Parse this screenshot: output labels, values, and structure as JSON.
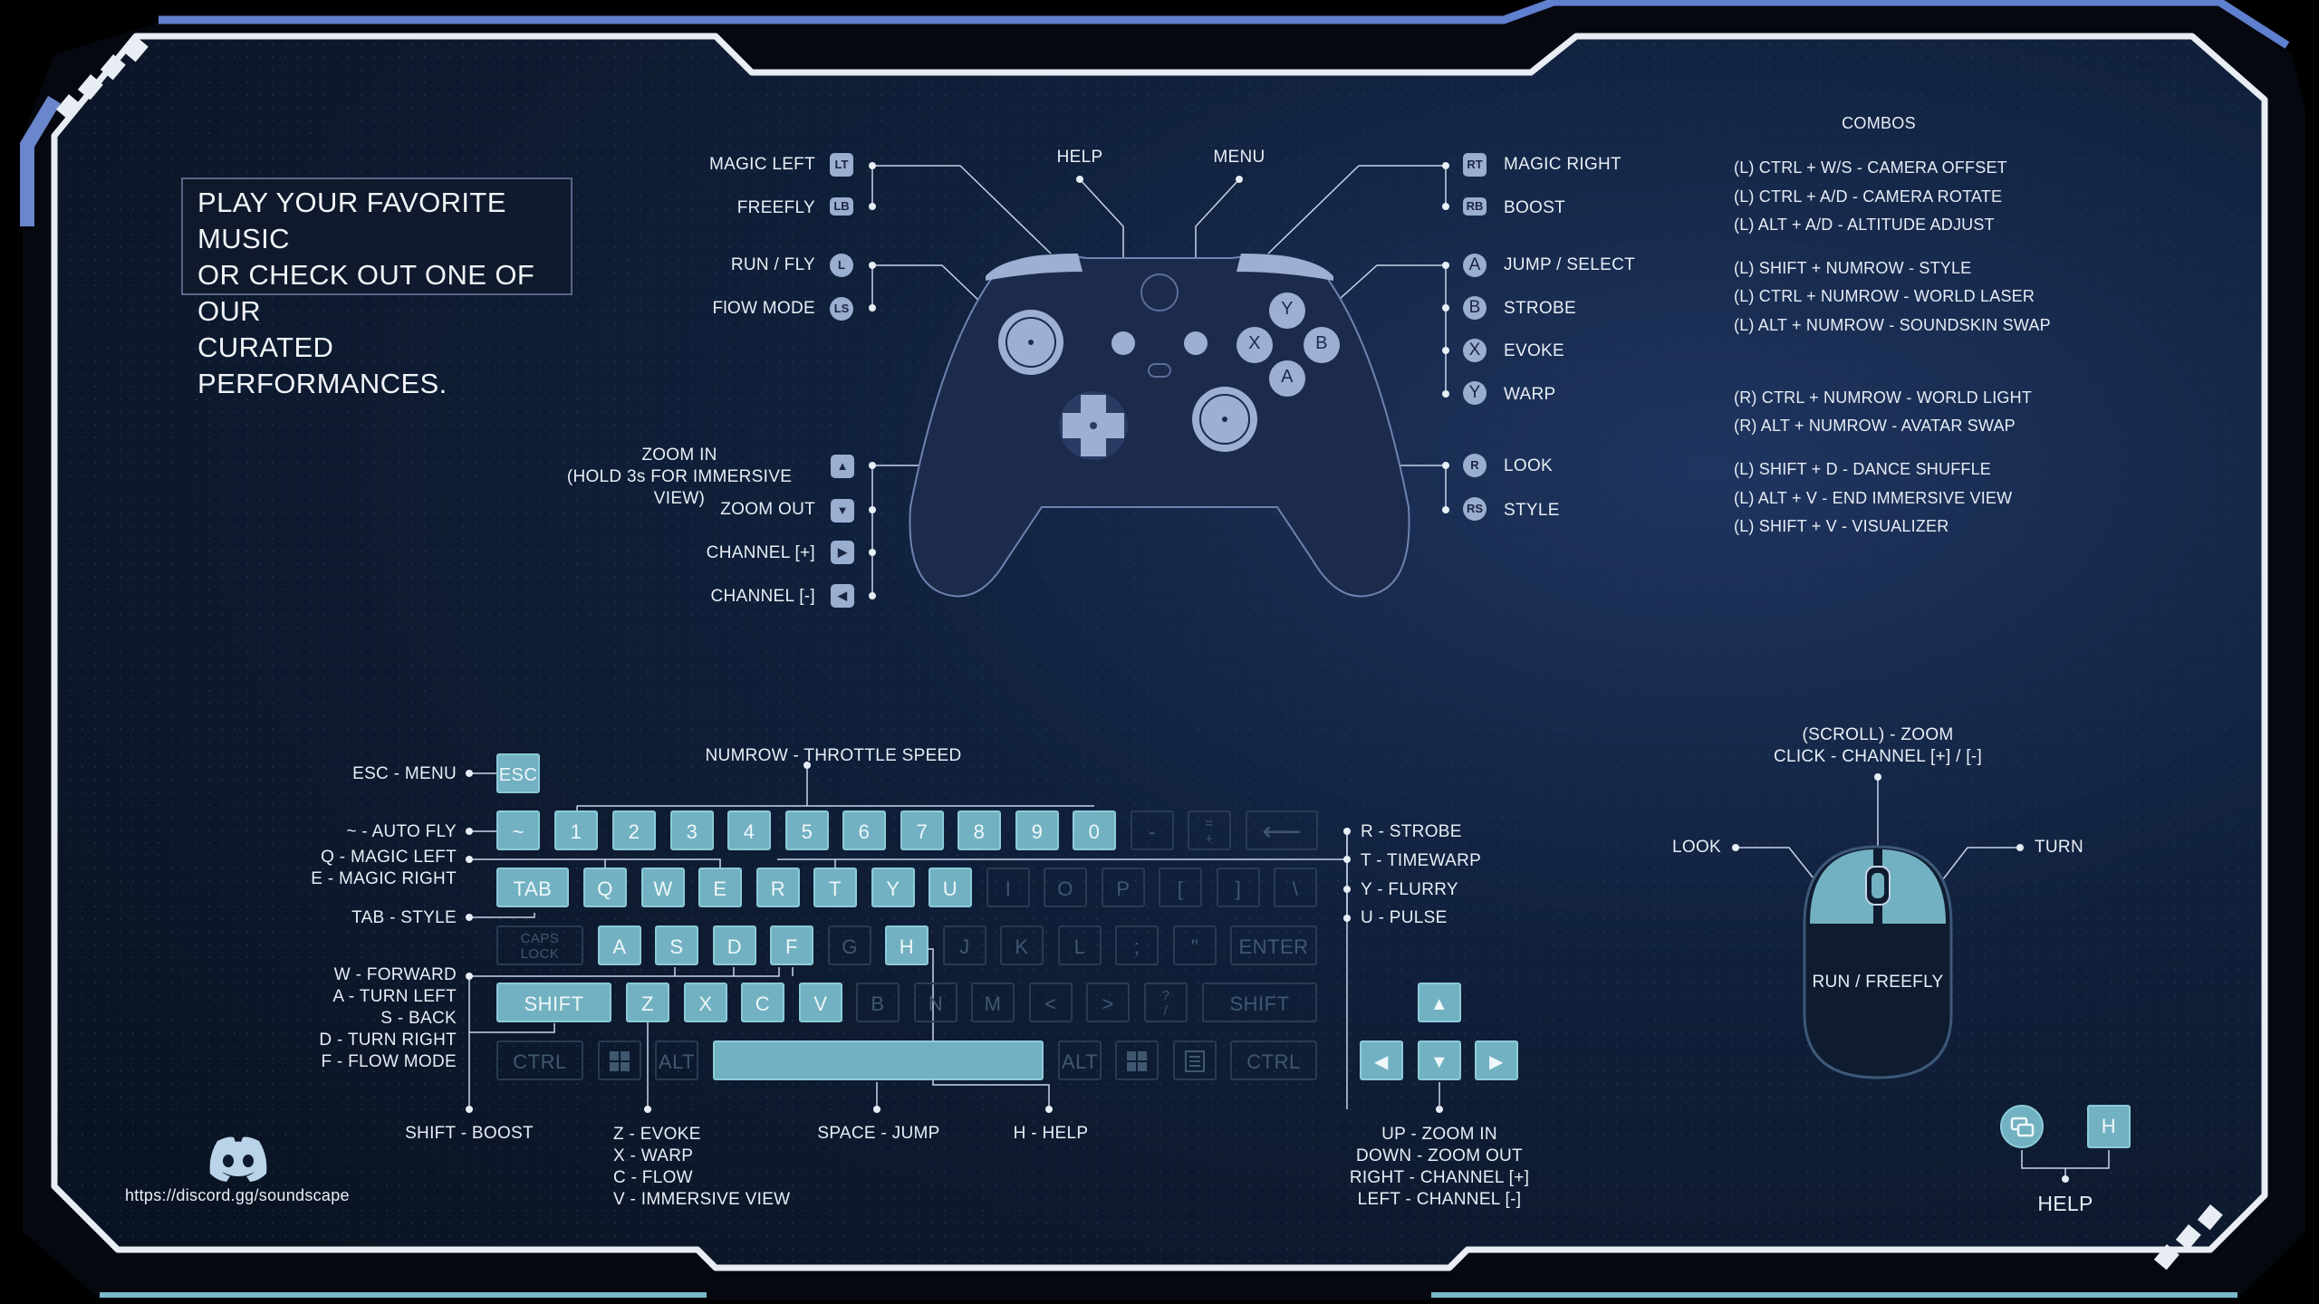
{
  "intro": {
    "text": "PLAY YOUR FAVORITE MUSIC\nOR CHECK OUT ONE OF OUR\nCURATED PERFORMANCES."
  },
  "controller": {
    "left_labels": [
      {
        "text": "MAGIC LEFT",
        "icon": "LT"
      },
      {
        "text": "FREEFLY",
        "icon": "LB"
      },
      {
        "text": "RUN / FLY",
        "icon": "L"
      },
      {
        "text": "FlOW MODE",
        "icon": "LS"
      }
    ],
    "top_labels": {
      "help": "HELP",
      "menu": "MENU"
    },
    "right_labels": [
      {
        "text": "MAGIC RIGHT",
        "icon": "RT"
      },
      {
        "text": "BOOST",
        "icon": "RB"
      },
      {
        "text": "JUMP / SELECT",
        "icon": "A"
      },
      {
        "text": "STROBE",
        "icon": "B"
      },
      {
        "text": "EVOKE",
        "icon": "X"
      },
      {
        "text": "WARP",
        "icon": "Y"
      },
      {
        "text": "LOOK",
        "icon": "R"
      },
      {
        "text": "STYLE",
        "icon": "RS"
      }
    ],
    "dpad_labels": {
      "zoom_in": "ZOOM IN\n(HOLD 3s FOR IMMERSIVE VIEW)",
      "zoom_out": "ZOOM OUT",
      "channel_up": "CHANNEL [+]",
      "channel_down": "CHANNEL [-]"
    },
    "face_buttons": {
      "y": "Y",
      "x": "X",
      "b": "B",
      "a": "A"
    }
  },
  "combos": {
    "title": "COMBOS",
    "lines": [
      "(L) CTRL + W/S - CAMERA OFFSET",
      "(L) CTRL + A/D - CAMERA ROTATE",
      "(L) ALT + A/D - ALTITUDE ADJUST",
      "(L) SHIFT + NUMROW - STYLE",
      "(L) CTRL + NUMROW - WORLD LASER",
      "(L) ALT + NUMROW - SOUNDSKIN SWAP",
      "(R) CTRL + NUMROW - WORLD LIGHT",
      "(R) ALT + NUMROW - AVATAR SWAP",
      "(L) SHIFT + D - DANCE SHUFFLE",
      "(L) ALT + V - END IMMERSIVE VIEW",
      "(L) SHIFT + V - VISUALIZER"
    ]
  },
  "keyboard": {
    "numrow_label": "NUMROW - THROTTLE SPEED",
    "left_labels": {
      "esc": "ESC - MENU",
      "tilde": "~ - AUTO FLY",
      "qe": "Q - MAGIC LEFT\nE - MAGIC RIGHT",
      "tab": "TAB - STYLE",
      "wasd": "W - FORWARD\nA - TURN LEFT\nS - BACK\nD - TURN RIGHT\nF - FLOW MODE"
    },
    "right_labels": {
      "r": "R - STROBE",
      "t": "T - TIMEWARP",
      "y": "Y - FLURRY",
      "u": "U - PULSE"
    },
    "bottom_labels": {
      "shift": "SHIFT - BOOST",
      "zxcv": "Z - EVOKE\nX - WARP\nC - FLOW\nV - IMMERSIVE VIEW",
      "space": "SPACE - JUMP",
      "h": "H - HELP"
    },
    "keys": {
      "esc": "ESC",
      "row1": [
        "~",
        "1",
        "2",
        "3",
        "4",
        "5",
        "6",
        "7",
        "8",
        "9",
        "0",
        "-",
        "=\n+"
      ],
      "backspace": "⟵",
      "tab": "TAB",
      "row2": [
        "Q",
        "W",
        "E",
        "R",
        "T",
        "Y",
        "U",
        "I",
        "O",
        "P",
        "[",
        "]",
        "\\"
      ],
      "caps": "CAPS\nLOCK",
      "row3": [
        "A",
        "S",
        "D",
        "F",
        "G",
        "H",
        "J",
        "K",
        "L",
        ";",
        "\"",
        "ENTER"
      ],
      "shift": "SHIFT",
      "row4": [
        "Z",
        "X",
        "C",
        "V",
        "B",
        "N",
        "M",
        "<",
        ">",
        "?\n/",
        "SHIFT"
      ],
      "row5": [
        "CTRL",
        "win",
        "ALT",
        "space",
        "ALT",
        "win",
        "menu",
        "CTRL"
      ]
    }
  },
  "arrows": {
    "text": "UP - ZOOM IN\nDOWN - ZOOM OUT\nRIGHT - CHANNEL [+]\nLEFT - CHANNEL [-]"
  },
  "mouse": {
    "top": "(SCROLL) - ZOOM\nCLICK - CHANNEL [+] / [-]",
    "left": "LOOK",
    "right": "TURN",
    "bottom": "RUN / FREEFLY"
  },
  "help": {
    "label": "HELP",
    "key": "H"
  },
  "discord": {
    "url": "https://discord.gg/soundscape"
  },
  "colors": {
    "accent": "#72b1c1",
    "frame": "#e8edf3",
    "frame_glow": "#6a8fcf",
    "background": "#0e1a2e"
  }
}
